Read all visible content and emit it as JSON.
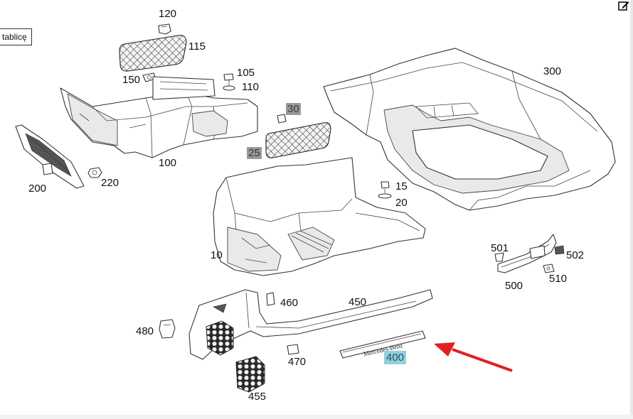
{
  "tab_chip": "tablicę",
  "edit_icon": "edit-pencil-icon",
  "arrow_color": "#e02020",
  "callouts": {
    "c120": "120",
    "c115": "115",
    "c150": "150",
    "c105": "105",
    "c110": "110",
    "c30": "30",
    "c25": "25",
    "c300": "300",
    "c100": "100",
    "c200": "200",
    "c220": "220",
    "c15": "15",
    "c20": "20",
    "c10": "10",
    "c501": "501",
    "c502": "502",
    "c500": "500",
    "c510": "510",
    "c460": "460",
    "c450": "450",
    "c480": "480",
    "c470": "470",
    "c400": "400",
    "c455": "455"
  },
  "sill_brand_text": "Mercedes-Benz"
}
